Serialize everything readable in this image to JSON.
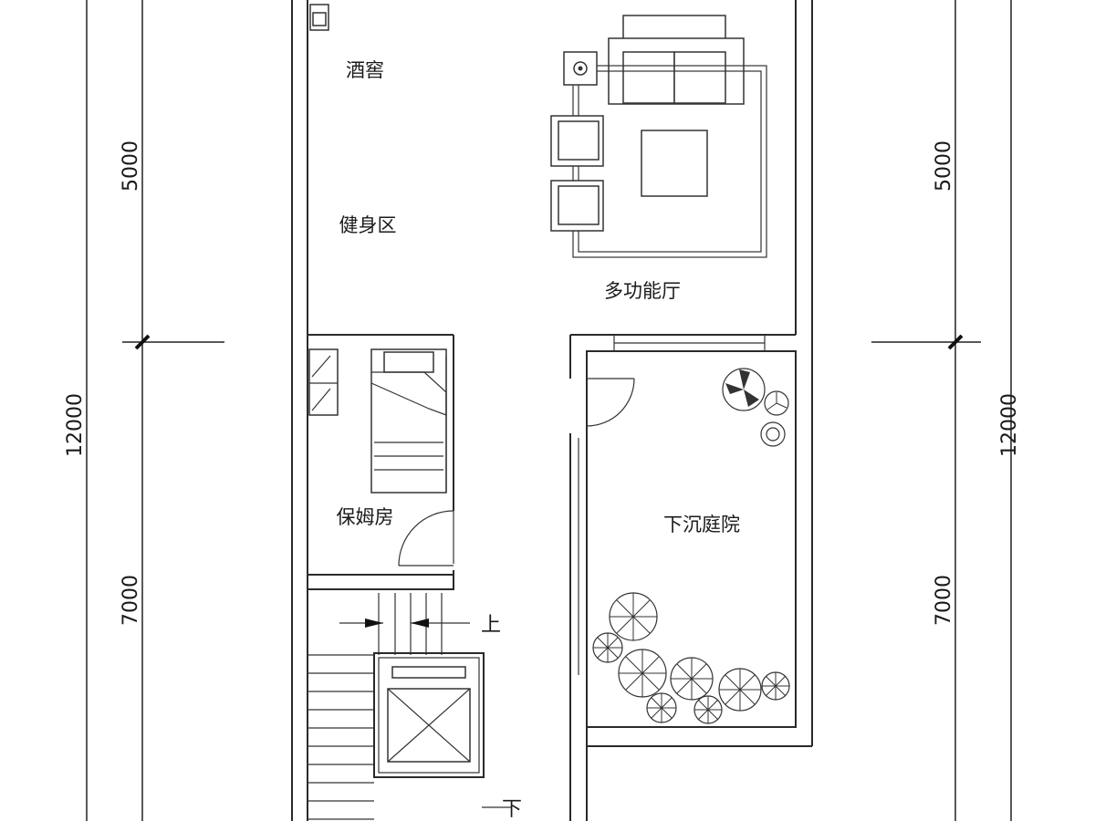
{
  "rooms": {
    "wine_cellar": "酒窖",
    "gym": "健身区",
    "multifunction_hall": "多功能厅",
    "nanny_room": "保姆房",
    "sunken_courtyard": "下沉庭院"
  },
  "stairs": {
    "up": "上",
    "down": "下"
  },
  "dimensions": {
    "left_total": "12000",
    "left_upper": "5000",
    "left_lower": "7000",
    "right_total": "12000",
    "right_upper": "5000",
    "right_lower": "7000"
  }
}
